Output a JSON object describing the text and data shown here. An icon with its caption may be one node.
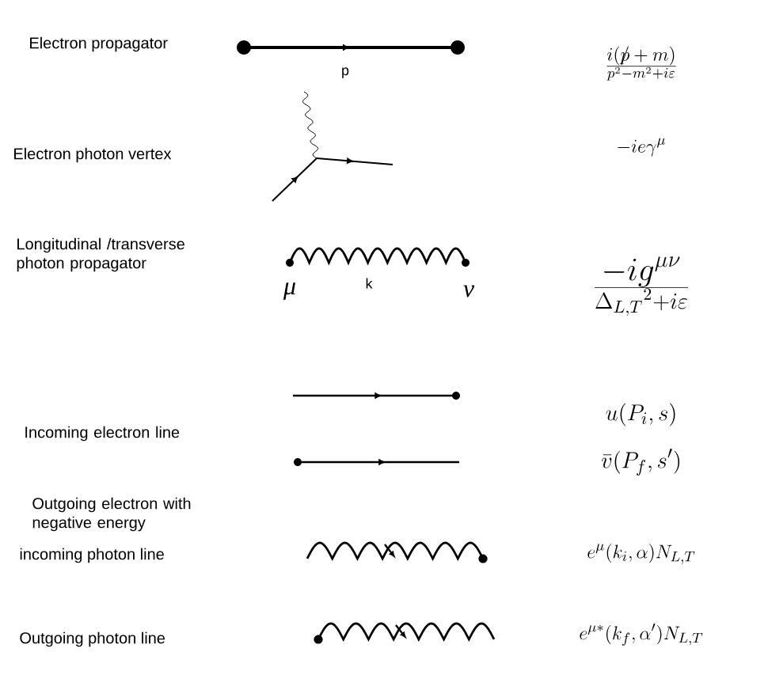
{
  "diagram": {
    "labels": [
      "Electron propagator",
      "i(p\\!\\!\\!/+m) \\over p^{2}-m^{2}+i\\varepsilon",
      "p",
      "Electron photon vertex",
      "-ie\\gamma^{\\mu}",
      "Longitudinal /transverse photon propagator",
      "-ig^{\\mu\\nu} \\over {\\Delta_{L,T}}^{2}+i\\varepsilon",
      "μ",
      "k",
      "ν",
      "Incoming electron line",
      "u(P_{i},s)",
      "Outgoing electron with negative energy",
      "\\bar{v}(P_{f},s')",
      "incoming photon line",
      "e^{\\mu}(k_{i},\\alpha)N_{L,T}",
      "Outgoing photon line",
      "e^{\\mu *}(k_{f},\\alpha')N_{L,T}"
    ]
  }
}
